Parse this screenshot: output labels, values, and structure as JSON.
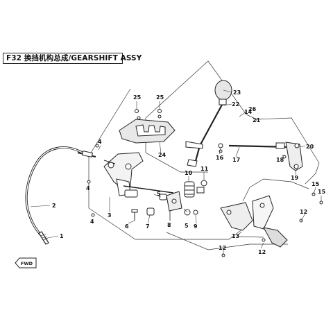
{
  "title": "F32 换挡机构总成/GEARSHIFT ASSY",
  "fwd_label": "FWD",
  "callouts": [
    {
      "id": "c1",
      "text": "1"
    },
    {
      "id": "c2",
      "text": "2"
    },
    {
      "id": "c3",
      "text": "3"
    },
    {
      "id": "c4a",
      "text": "4"
    },
    {
      "id": "c4b",
      "text": "4"
    },
    {
      "id": "c4c",
      "text": "4"
    },
    {
      "id": "c5a",
      "text": "5"
    },
    {
      "id": "c5b",
      "text": "5"
    },
    {
      "id": "c6",
      "text": "6"
    },
    {
      "id": "c7",
      "text": "7"
    },
    {
      "id": "c8",
      "text": "8"
    },
    {
      "id": "c9",
      "text": "9"
    },
    {
      "id": "c10",
      "text": "10"
    },
    {
      "id": "c11",
      "text": "11"
    },
    {
      "id": "c12a",
      "text": "12"
    },
    {
      "id": "c12b",
      "text": "12"
    },
    {
      "id": "c12c",
      "text": "12"
    },
    {
      "id": "c13",
      "text": "13"
    },
    {
      "id": "c14",
      "text": "14"
    },
    {
      "id": "c15a",
      "text": "15"
    },
    {
      "id": "c15b",
      "text": "15"
    },
    {
      "id": "c16",
      "text": "16"
    },
    {
      "id": "c17",
      "text": "17"
    },
    {
      "id": "c18",
      "text": "18"
    },
    {
      "id": "c19",
      "text": "19"
    },
    {
      "id": "c20",
      "text": "20"
    },
    {
      "id": "c21",
      "text": "21"
    },
    {
      "id": "c22",
      "text": "22"
    },
    {
      "id": "c23",
      "text": "23"
    },
    {
      "id": "c24",
      "text": "24"
    },
    {
      "id": "c25a",
      "text": "25"
    },
    {
      "id": "c25b",
      "text": "25"
    },
    {
      "id": "c26",
      "text": "26"
    }
  ]
}
